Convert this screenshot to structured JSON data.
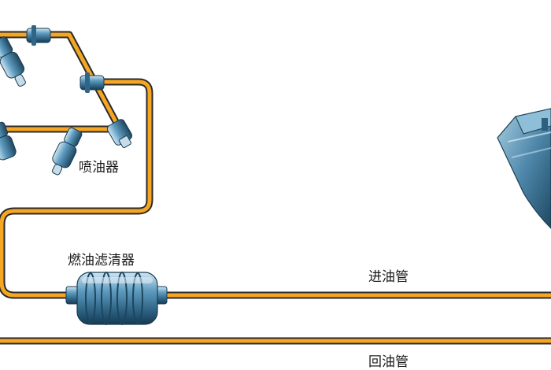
{
  "labels": {
    "injector": "喷油器",
    "fuel_filter": "燃油滤清器",
    "supply_line": "进油管",
    "return_line": "回油管"
  },
  "colors": {
    "pipe_orange": "#f5a623",
    "pipe_outline": "#2a2a2a",
    "component_blue": "#3f7fa6",
    "component_dark": "#1f4a66",
    "component_light": "#9cc9e0"
  }
}
